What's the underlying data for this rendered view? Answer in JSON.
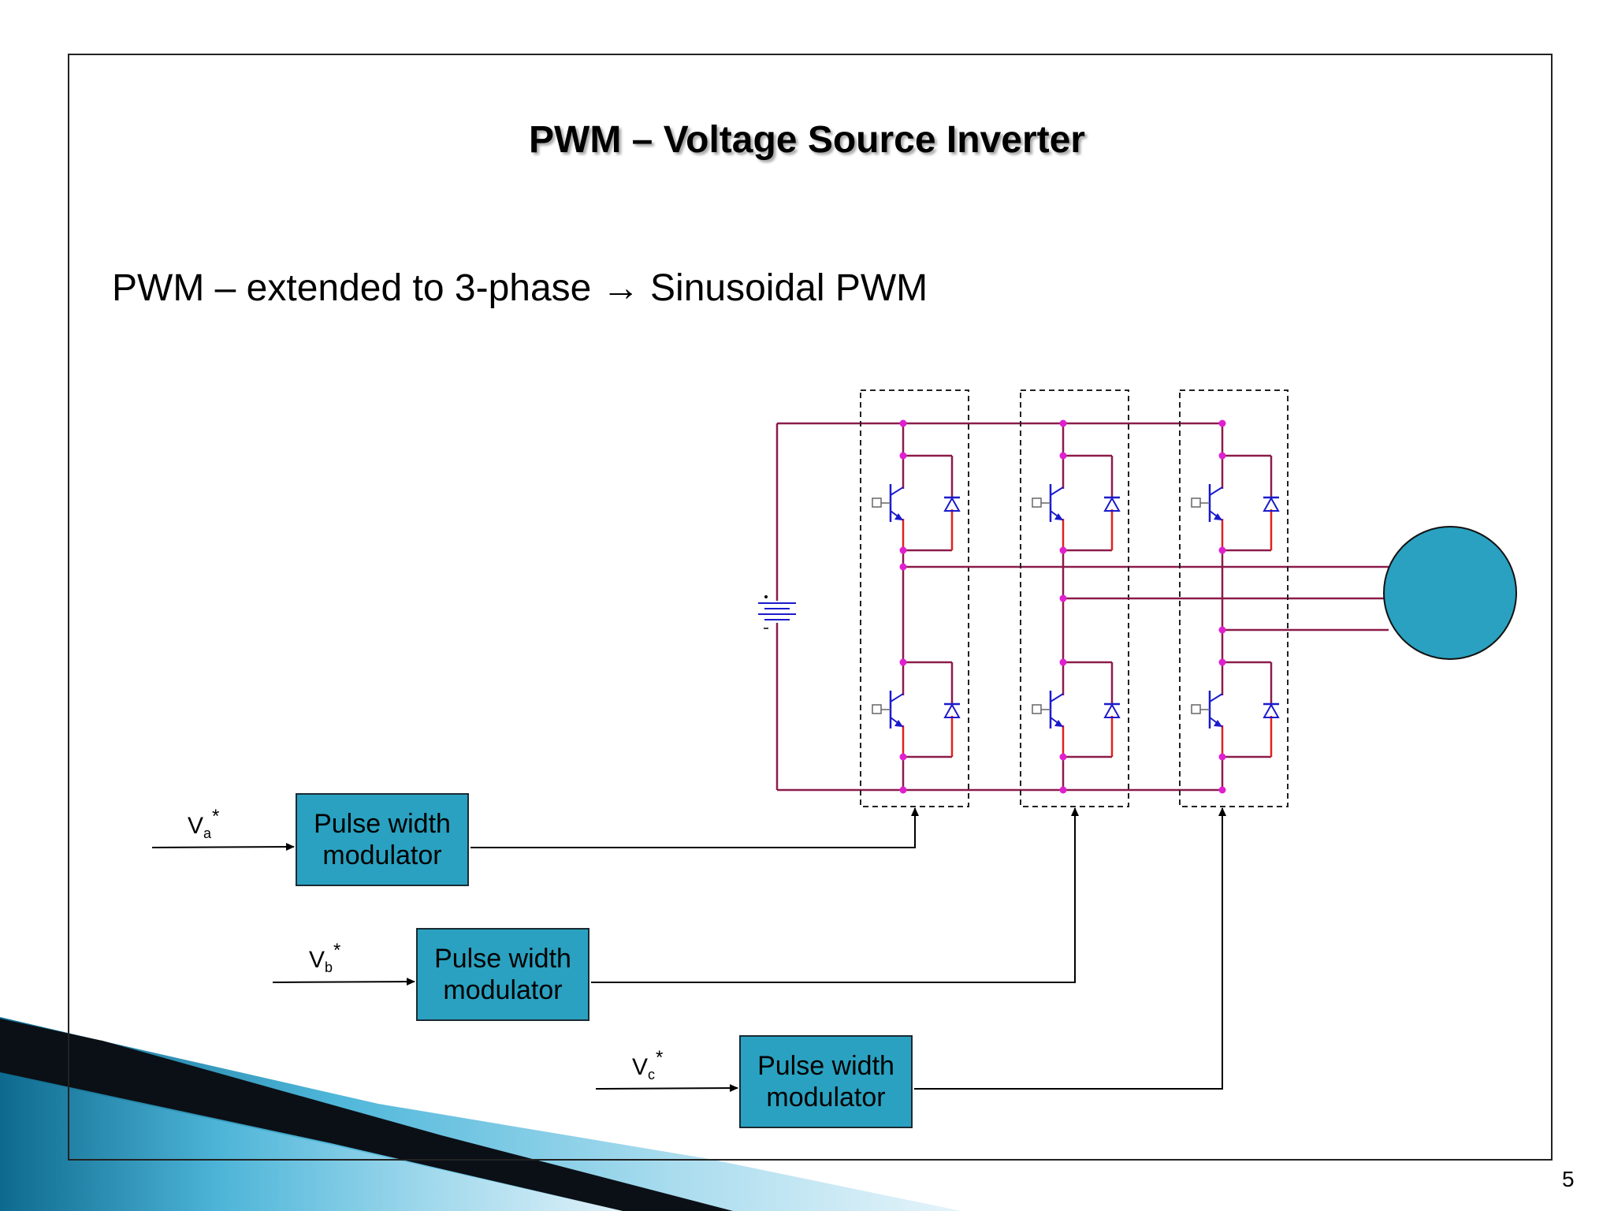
{
  "slide": {
    "title": "PWM – Voltage Source Inverter",
    "bullet": "PWM – extended to 3-phase → Sinusoidal PWM",
    "page_number": "5"
  },
  "modulators": [
    {
      "label": "Pulse width modulator",
      "signal_base": "V",
      "signal_sub": "a",
      "signal_sup": "*"
    },
    {
      "label": "Pulse width modulator",
      "signal_base": "V",
      "signal_sub": "b",
      "signal_sup": "*"
    },
    {
      "label": "Pulse width modulator",
      "signal_base": "V",
      "signal_sub": "c",
      "signal_sup": "*"
    }
  ],
  "colors": {
    "bus_wire": "#8b1c4a",
    "transistor": "#1a1acc",
    "node": "#e020d0",
    "emitter_lead": "#e02020",
    "box_fill": "#2aa1c0",
    "motor_fill": "#2aa1c0"
  }
}
